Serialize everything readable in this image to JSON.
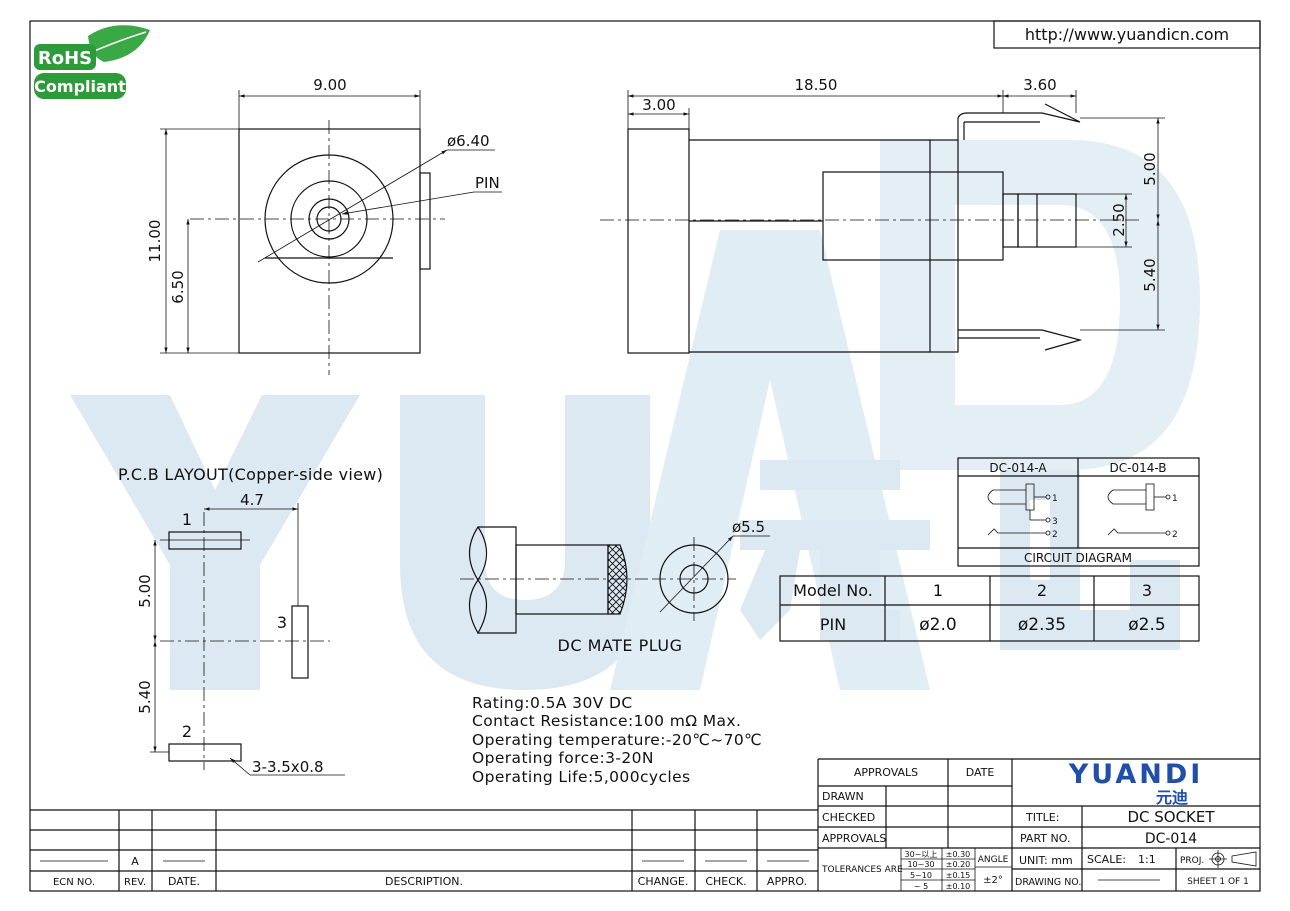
{
  "header": {
    "url": "http://www.yuandicn.com"
  },
  "rohs": {
    "line1": "RoHS",
    "line2": "Compliant",
    "leaf_color": "#2e9b3a",
    "text_color": "#2e7d32"
  },
  "watermark": {
    "text": "YUANDI",
    "cn": "元迪",
    "color": "#dbe9f3"
  },
  "front_view": {
    "width": "9.00",
    "height": "11.00",
    "center_height": "6.50",
    "hole_dia": "ø6.40",
    "pin": "PIN"
  },
  "side_view": {
    "length": "18.50",
    "front": "3.00",
    "pin_pitch": "3.60",
    "top": "5.00",
    "pin_dia": "2.50",
    "bottom": "5.40"
  },
  "pcb": {
    "title": "P.C.B LAYOUT(Copper-side view)",
    "dim_x": "4.7",
    "dim_top": "5.00",
    "dim_bottom": "5.40",
    "pad1": "1",
    "pad2": "2",
    "pad3": "3",
    "slot": "3-3.5x0.8"
  },
  "plug": {
    "label": "DC MATE PLUG",
    "dia": "ø5.5"
  },
  "circuit": {
    "variant_a": "DC-014-A",
    "variant_b": "DC-014-B",
    "caption": "CIRCUIT DIAGRAM",
    "pin1": "1",
    "pin2": "2",
    "pin3": "3"
  },
  "pin_table": {
    "headers": [
      "Model No.",
      "1",
      "2",
      "3"
    ],
    "row": [
      "PIN",
      "ø2.0",
      "ø2.35",
      "ø2.5"
    ]
  },
  "specs": [
    "Rating:0.5A 30V DC",
    "Contact Resistance:100 mΩ Max.",
    "Operating temperature:-20℃~70℃",
    "Operating force:3-20N",
    "Operating Life:5,000cycles"
  ],
  "title_block": {
    "approvals": "APPROVALS",
    "date": "DATE",
    "drawn": "DRAWN",
    "checked": "CHECKED",
    "approvals2": "APPROVALS",
    "tolerances": "TOLERANCES ARE",
    "tol_ranges": [
      "30~以上",
      "10~30",
      "5~10",
      "~ 5"
    ],
    "tol_values": [
      "±0.30",
      "±0.20",
      "±0.15",
      "±0.10"
    ],
    "angle": "ANGLE",
    "angle_value": "±2°",
    "brand": "YUANDI",
    "brand_cn": "元迪",
    "brand_color": "#1f4fa8",
    "title_label": "TITLE:",
    "title_value": "DC SOCKET",
    "part_label": "PART NO.",
    "part_value": "DC-014",
    "unit": "UNIT: mm",
    "scale_label": "SCALE:",
    "scale_value": "1:1",
    "proj": "PROJ.",
    "drawing_no": "DRAWING NO.",
    "sheet": "SHEET 1 OF 1",
    "rev_headers": [
      "ECN NO.",
      "REV.",
      "DATE.",
      "DESCRIPTION.",
      "CHANGE.",
      "CHECK.",
      "APPRO."
    ],
    "rev_value": "A"
  }
}
